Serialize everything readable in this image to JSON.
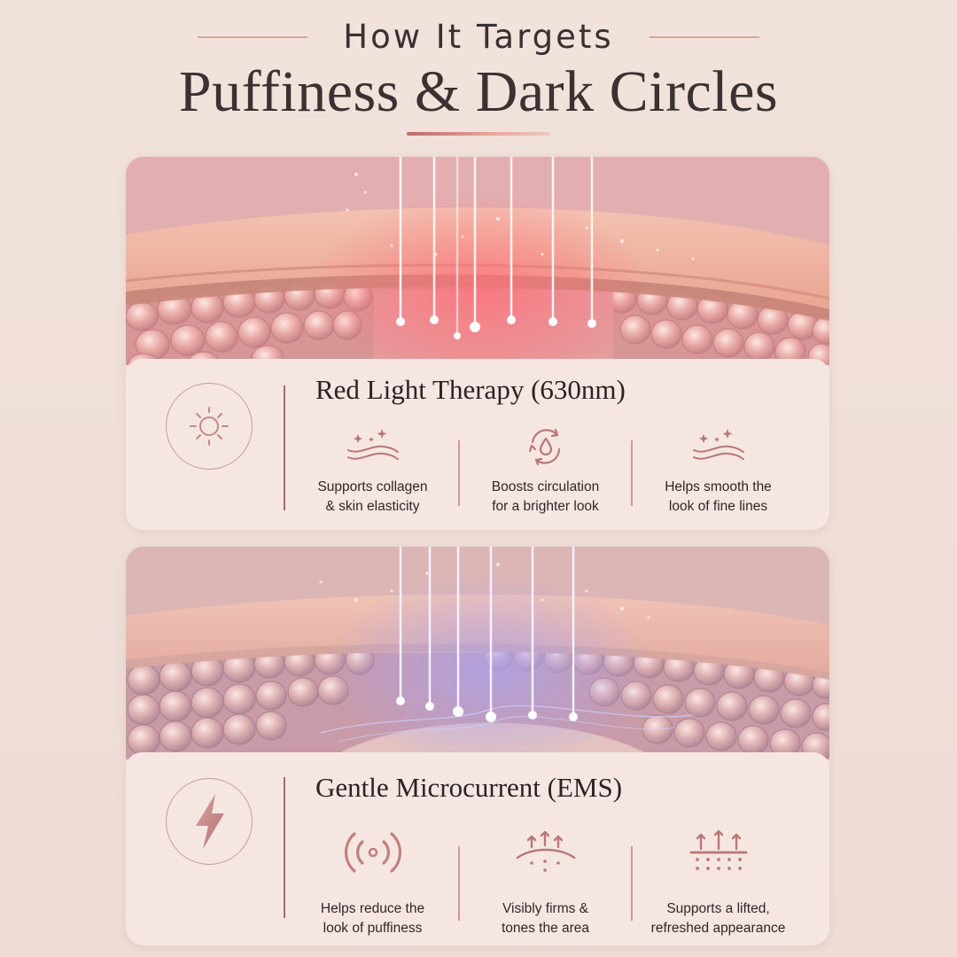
{
  "header": {
    "eyebrow": "How It Targets",
    "title": "Puffiness & Dark Circles"
  },
  "colors": {
    "background": "#f0e0da",
    "accent": "#b66e66",
    "icon": "#b97775",
    "card": "#f6e6e1",
    "text_dark": "#2a2225"
  },
  "sections": [
    {
      "title": "Red Light Therapy (630nm)",
      "badge_icon": "sun-icon",
      "illustration": "skin-cross-section-red-light-beams",
      "features": [
        {
          "icon": "sparkle-waves-icon",
          "text": "Supports collagen\n& skin elasticity"
        },
        {
          "icon": "circulation-drop-icon",
          "text": "Boosts circulation\nfor a brighter look"
        },
        {
          "icon": "sparkle-waves-icon",
          "text": "Helps smooth the\nlook of fine lines"
        }
      ]
    },
    {
      "title": "Gentle Microcurrent (EMS)",
      "badge_icon": "lightning-bolt-icon",
      "illustration": "skin-cross-section-microcurrent-beams",
      "features": [
        {
          "icon": "vibration-signal-icon",
          "text": "Helps reduce the\nlook of puffiness"
        },
        {
          "icon": "lift-arch-arrows-icon",
          "text": "Visibly firms &\ntones the area"
        },
        {
          "icon": "lift-grid-arrows-icon",
          "text": "Supports a lifted,\nrefreshed appearance"
        }
      ]
    }
  ]
}
